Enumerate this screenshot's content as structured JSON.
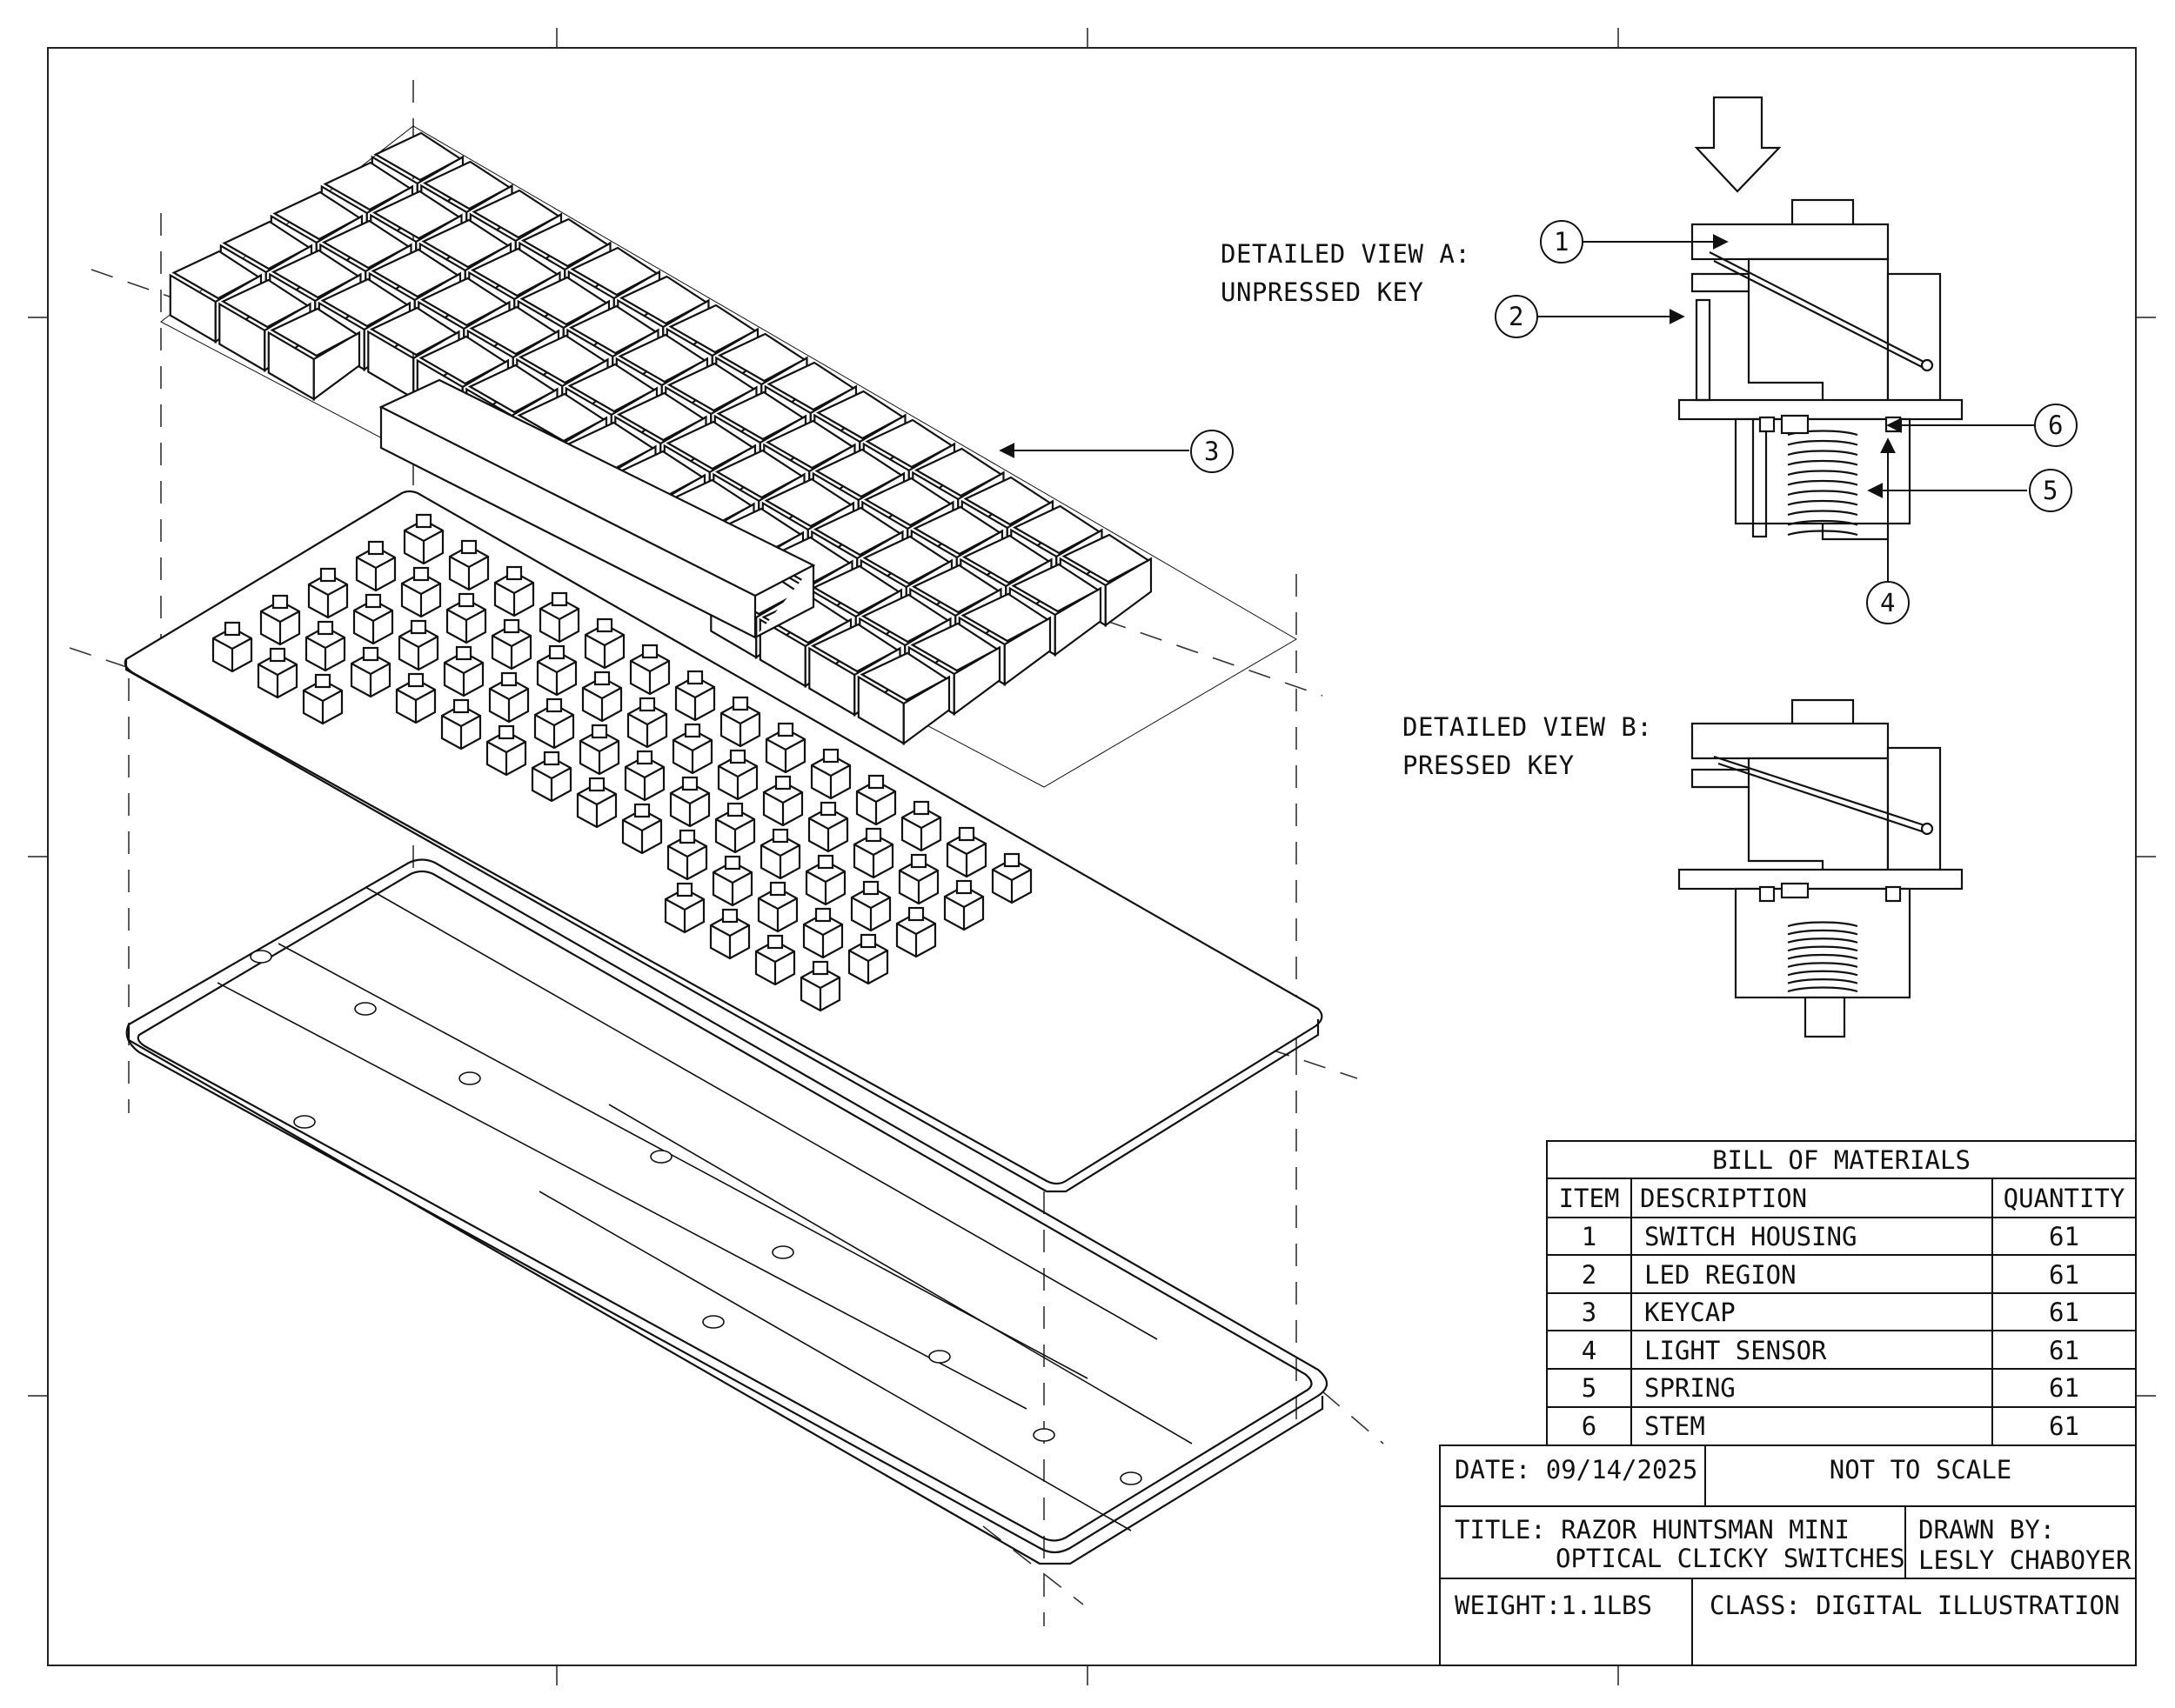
{
  "view_a": {
    "line1": "DETAILED VIEW A:",
    "line2": "UNPRESSED KEY"
  },
  "view_b": {
    "line1": "DETAILED VIEW B:",
    "line2": "PRESSED KEY"
  },
  "callouts": [
    "1",
    "2",
    "3",
    "4",
    "5",
    "6"
  ],
  "bom": {
    "title": "BILL OF MATERIALS",
    "headers": {
      "item": "ITEM",
      "description": "DESCRIPTION",
      "quantity": "QUANTITY"
    },
    "rows": [
      {
        "item": "1",
        "description": "SWITCH HOUSING",
        "quantity": "61"
      },
      {
        "item": "2",
        "description": "LED REGION",
        "quantity": "61"
      },
      {
        "item": "3",
        "description": "KEYCAP",
        "quantity": "61"
      },
      {
        "item": "4",
        "description": "LIGHT SENSOR",
        "quantity": "61"
      },
      {
        "item": "5",
        "description": "SPRING",
        "quantity": "61"
      },
      {
        "item": "6",
        "description": "STEM",
        "quantity": "61"
      }
    ]
  },
  "title_block": {
    "date": "DATE: 09/14/2025",
    "scale": "NOT TO SCALE",
    "title_line1": "TITLE: RAZOR HUNTSMAN MINI",
    "title_line2": "OPTICAL CLICKY SWITCHES",
    "drawn_by_label": "DRAWN BY:",
    "drawn_by_name": "LESLY CHABOYER",
    "weight": "WEIGHT:1.1LBS",
    "class": "CLASS: DIGITAL ILLUSTRATION"
  }
}
